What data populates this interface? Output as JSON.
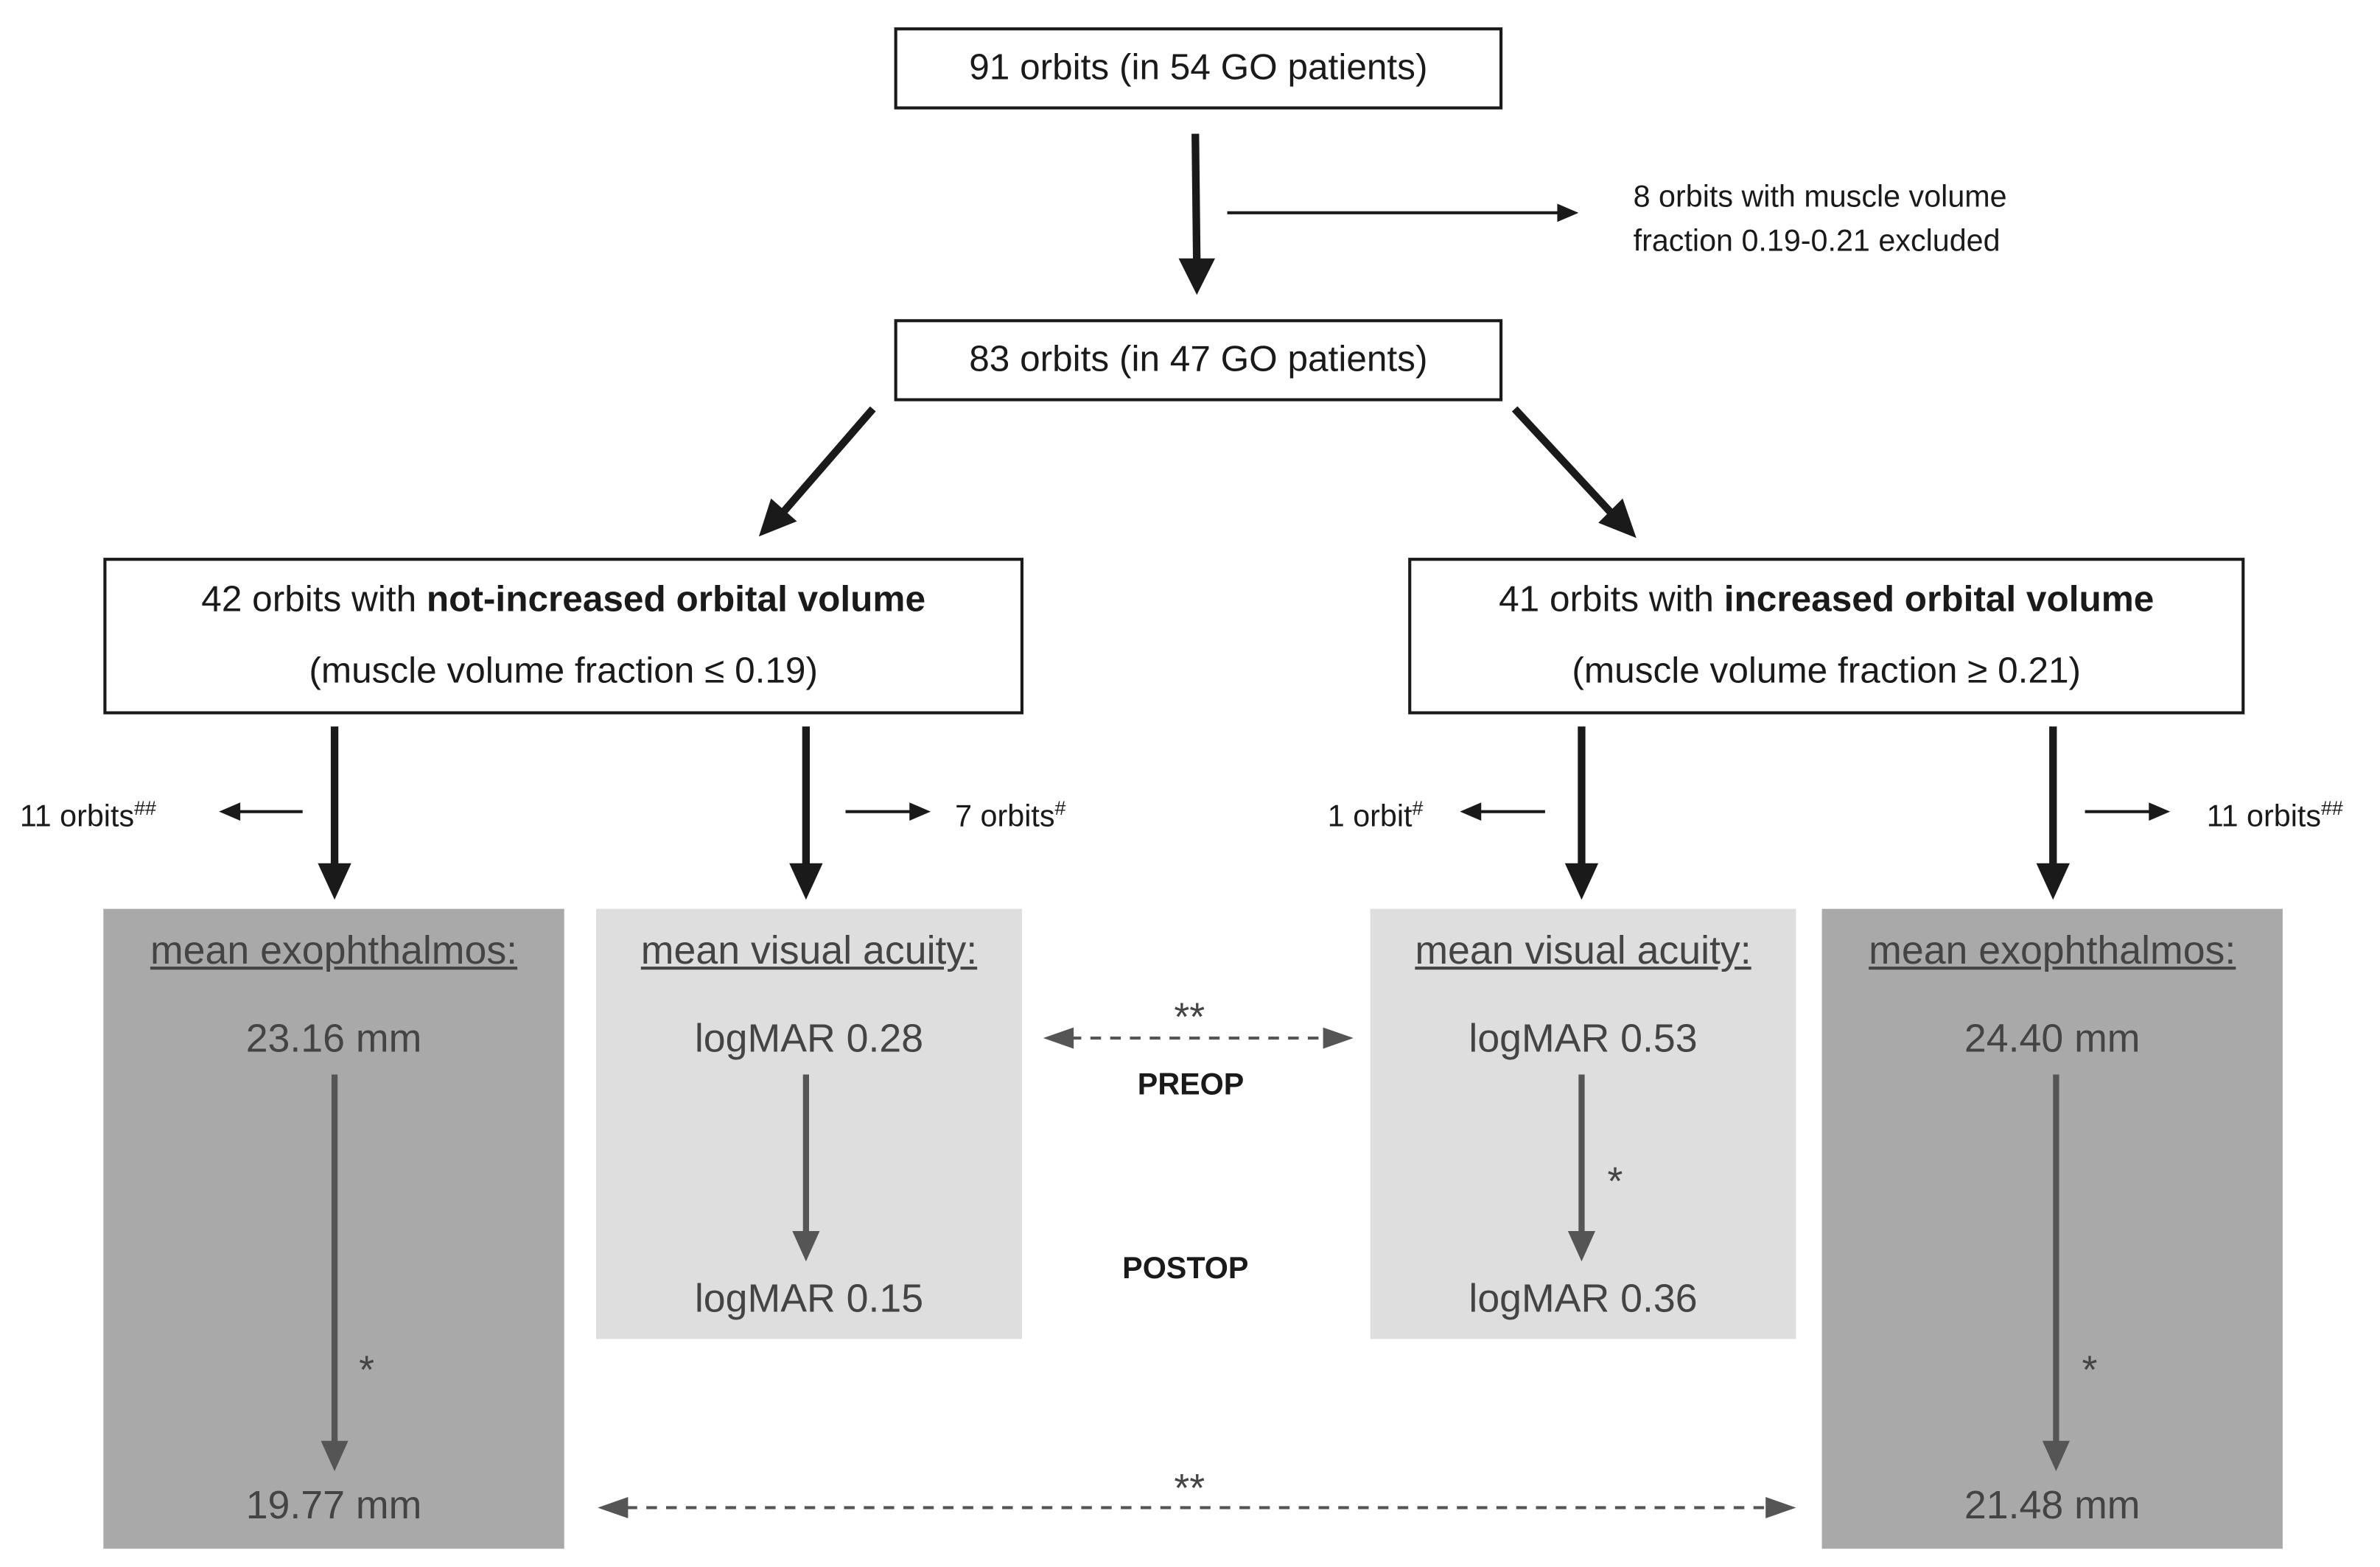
{
  "top_box": "91 orbits (in 54 GO patients)",
  "excluded": {
    "line1": "8 orbits with muscle volume",
    "line2": "fraction 0.19-0.21 excluded"
  },
  "middle_box": "83 orbits (in 47 GO patients)",
  "left_group": {
    "prefix": "42 orbits with ",
    "bold": "not-increased orbital volume",
    "sub": "(muscle volume fraction ≤ 0.19)"
  },
  "right_group": {
    "prefix": "41 orbits with ",
    "bold": "increased orbital volume",
    "sub": "(muscle volume fraction ≥ 0.21)"
  },
  "side_labels": {
    "far_left": {
      "text": "11 orbits",
      "mark": "##"
    },
    "left_mid": {
      "text": "7 orbits",
      "mark": "#"
    },
    "right_mid": {
      "text": "1 orbit",
      "mark": "#"
    },
    "far_right": {
      "text": "11 orbits",
      "mark": "##"
    }
  },
  "panels": {
    "left_exo": {
      "title": "mean exophthalmos:",
      "pre": "23.16 mm",
      "post": "19.77 mm",
      "sig": "*"
    },
    "left_va": {
      "title": "mean visual acuity:",
      "pre": "logMAR 0.28",
      "post": "logMAR 0.15"
    },
    "right_va": {
      "title": "mean visual acuity:",
      "pre": "logMAR 0.53",
      "post": "logMAR 0.36",
      "sig": "*"
    },
    "right_exo": {
      "title": "mean exophthalmos:",
      "pre": "24.40 mm",
      "post": "21.48 mm",
      "sig": "*"
    }
  },
  "stages": {
    "preop": "PREOP",
    "postop": "POSTOP"
  },
  "between": {
    "va_sig": "**",
    "exo_sig": "**"
  },
  "colors": {
    "light_panel": "#dedede",
    "dark_panel": "#a9a9a9",
    "panel_arrow": "#555555",
    "line": "#1a1a1a"
  }
}
